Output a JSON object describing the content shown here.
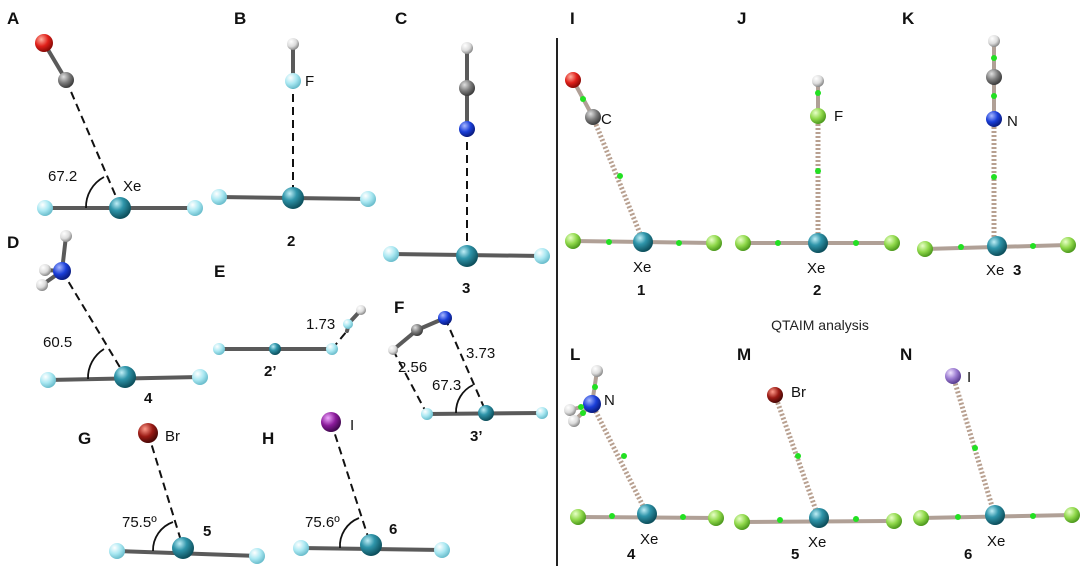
{
  "panel_letters": {
    "A": "A",
    "B": "B",
    "C": "C",
    "D": "D",
    "E": "E",
    "F": "F",
    "G": "G",
    "H": "H",
    "I": "I",
    "J": "J",
    "K": "K",
    "L": "L",
    "M": "M",
    "N": "N"
  },
  "angles": {
    "a": "67.2",
    "d": "60.5",
    "f": "67.3",
    "g": "75.5º",
    "h": "75.6º"
  },
  "distances": {
    "e": "1.73",
    "f1": "2.56",
    "f2": "3.73"
  },
  "compound_labels": {
    "b": "2",
    "c": "3",
    "d": "4",
    "e": "2’",
    "f": "3’",
    "g": "5",
    "h": "6",
    "i": "1",
    "j": "2",
    "k": "3",
    "l": "4",
    "m": "5",
    "n": "6"
  },
  "atom_labels": {
    "xe": "Xe",
    "f": "F",
    "c": "C",
    "n": "N",
    "br": "Br",
    "i": "I"
  },
  "caption": "QTAIM analysis",
  "colors": {
    "xenon": "#2a8ca0",
    "fluorine_light": "#a9e8f2",
    "fluorine_green": "#8ed84a",
    "carbon": "#7a7a7a",
    "oxygen": "#e0201a",
    "nitrogen": "#1a3ed8",
    "hydrogen": "#dcdcdc",
    "bromine": "#9a1a14",
    "iodine": "#8a1a9a",
    "iodine_light": "#9a7ad0",
    "bond_critical_point": "#22e022",
    "bond_path": "#b8a090"
  }
}
